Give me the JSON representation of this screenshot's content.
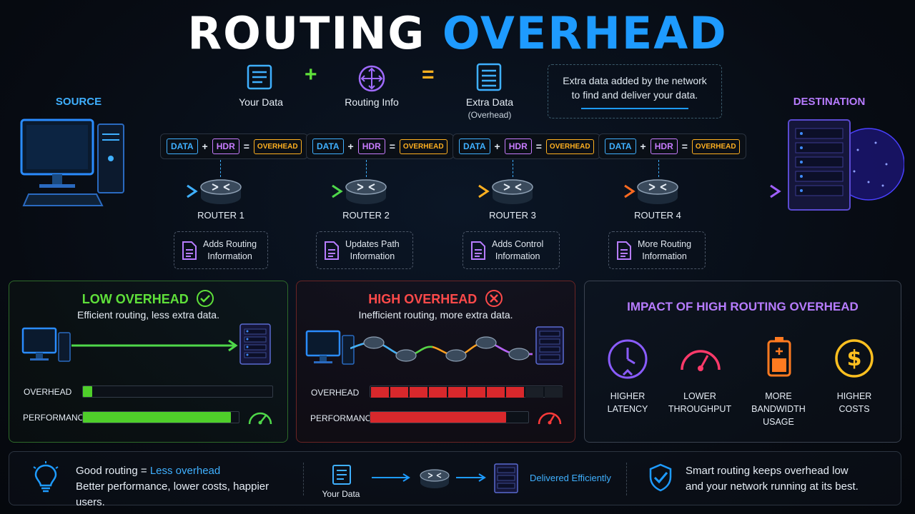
{
  "title": {
    "part1": "ROUTING",
    "part2": "OVERHEAD"
  },
  "formula": {
    "your_data": "Your Data",
    "plus": "+",
    "routing_info": "Routing Info",
    "equals": "=",
    "extra_data": "Extra Data",
    "extra_data_sub": "(Overhead)"
  },
  "note": {
    "line1": "Extra data added by the network",
    "line2": "to find and deliver your data."
  },
  "endpoints": {
    "source": "SOURCE",
    "destination": "DESTINATION"
  },
  "packet": {
    "data": "DATA",
    "plus": "+",
    "hdr": "HDR",
    "equals": "=",
    "overhead": "OVERHEAD"
  },
  "routers": [
    {
      "name": "ROUTER 1",
      "info1": "Adds Routing",
      "info2": "Information"
    },
    {
      "name": "ROUTER 2",
      "info1": "Updates Path",
      "info2": "Information"
    },
    {
      "name": "ROUTER 3",
      "info1": "Adds Control",
      "info2": "Information"
    },
    {
      "name": "ROUTER 4",
      "info1": "More Routing",
      "info2": "Information"
    }
  ],
  "low": {
    "heading": "LOW OVERHEAD",
    "sub": "Efficient routing, less extra data.",
    "overhead_label": "OVERHEAD",
    "performance_label": "PERFORMANCE",
    "overhead_level": 0.05,
    "performance_level": 0.95
  },
  "high": {
    "heading": "HIGH OVERHEAD",
    "sub": "Inefficient routing, more extra data.",
    "overhead_label": "OVERHEAD",
    "performance_label": "PERFORMANCE",
    "overhead_level": 0.82,
    "performance_level": 0.86
  },
  "impact": {
    "heading": "IMPACT OF HIGH ROUTING OVERHEAD",
    "items": [
      {
        "line1": "HIGHER",
        "line2": "LATENCY",
        "icon": "clock-icon"
      },
      {
        "line1": "LOWER",
        "line2": "THROUGHPUT",
        "icon": "speedometer-icon"
      },
      {
        "line1": "MORE BANDWIDTH",
        "line2": "USAGE",
        "icon": "battery-icon"
      },
      {
        "line1": "HIGHER",
        "line2": "COSTS",
        "icon": "dollar-icon"
      }
    ]
  },
  "footer": {
    "good_routing": "Good routing =",
    "less_overhead": "Less overhead",
    "line2": "Better performance, lower costs, happier users.",
    "your_data": "Your Data",
    "delivered": "Delivered Efficiently",
    "smart1": "Smart routing keeps overhead low",
    "smart2": "and your network running at its best."
  },
  "colors": {
    "accent_blue": "#1e9bff",
    "green": "#5fe03a",
    "red": "#ff4a4a",
    "purple": "#b77cff",
    "orange": "#ffb020"
  }
}
